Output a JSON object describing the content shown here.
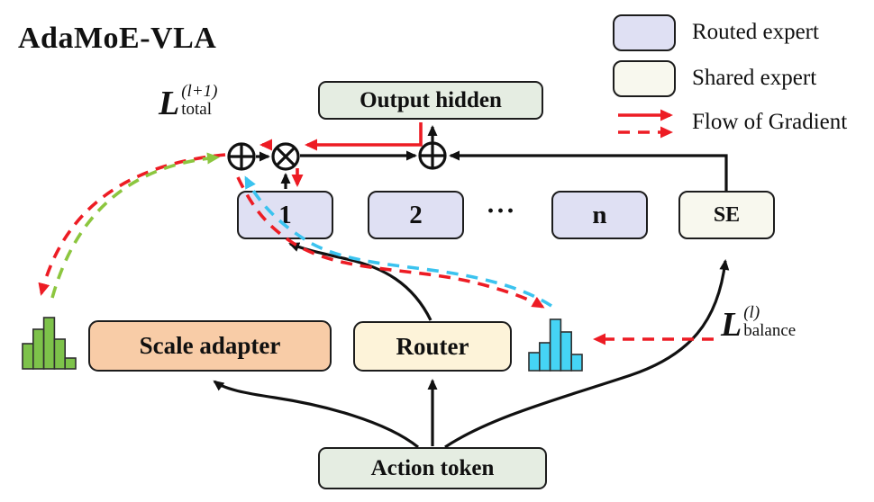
{
  "title": "AdaMoE-VLA",
  "legend": {
    "routed_expert": "Routed expert",
    "shared_expert": "Shared expert",
    "flow_of_gradient": "Flow of Gradient"
  },
  "losses": {
    "total": {
      "symbol": "L",
      "superscript": "(l+1)",
      "subscript": "total"
    },
    "balance": {
      "symbol": "L",
      "superscript": "(l)",
      "subscript": "balance"
    }
  },
  "nodes": {
    "output_hidden": "Output hidden",
    "expert_1": "1",
    "expert_2": "2",
    "expert_ellipsis": "···",
    "expert_n": "n",
    "shared_expert": "SE",
    "scale_adapter": "Scale adapter",
    "router": "Router",
    "action_token": "Action token"
  },
  "colors": {
    "routed_expert_fill": "#dfe0f3",
    "shared_expert_fill": "#f8f8ee",
    "hidden_token_fill": "#e5ede2",
    "scale_adapter_fill": "#f8cca7",
    "router_fill": "#fdf3d9",
    "gradient_red": "#ed1c24",
    "flow_green": "#8cc63f",
    "flow_blue": "#3bc3ef",
    "line_black": "#111111"
  },
  "chart_data": [
    {
      "type": "bar",
      "name": "scale-adapter-weight-distribution",
      "values": [
        28,
        44,
        57,
        33,
        12
      ],
      "color": "#7dc24a"
    },
    {
      "type": "bar",
      "name": "router-load-distribution",
      "values": [
        20,
        31,
        57,
        43,
        18
      ],
      "color": "#45d4f5"
    }
  ]
}
